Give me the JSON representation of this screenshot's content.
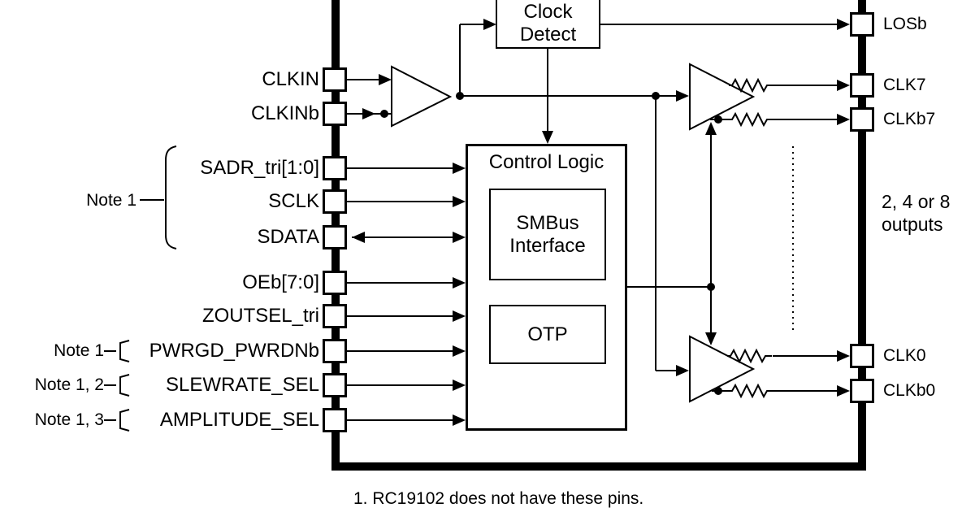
{
  "blocks": {
    "clock_detect": {
      "line1": "Clock",
      "line2": "Detect"
    },
    "control_logic": {
      "title": "Control Logic"
    },
    "smbus_interface": {
      "line1": "SMBus",
      "line2": "Interface"
    },
    "otp": {
      "label": "OTP"
    }
  },
  "pins": {
    "left": [
      {
        "label": "CLKIN"
      },
      {
        "label": "CLKINb"
      },
      {
        "label": "SADR_tri[1:0]"
      },
      {
        "label": "SCLK"
      },
      {
        "label": "SDATA"
      },
      {
        "label": "OEb[7:0]"
      },
      {
        "label": "ZOUTSEL_tri"
      },
      {
        "label": "PWRGD_PWRDNb",
        "note": "Note 1"
      },
      {
        "label": "SLEWRATE_SEL",
        "note": "Note 1, 2"
      },
      {
        "label": "AMPLITUDE_SEL",
        "note": "Note 1, 3"
      }
    ],
    "left_group_note": "Note 1",
    "right": [
      {
        "label": "LOSb"
      },
      {
        "label": "CLK7"
      },
      {
        "label": "CLKb7"
      },
      {
        "label": "CLK0"
      },
      {
        "label": "CLKb0"
      }
    ]
  },
  "annotations": {
    "outputs_line1": "2, 4 or 8",
    "outputs_line2": "outputs",
    "footnote": "1. RC19102 does not have these pins."
  },
  "colors": {
    "line": "#000000",
    "background": "#ffffff"
  }
}
